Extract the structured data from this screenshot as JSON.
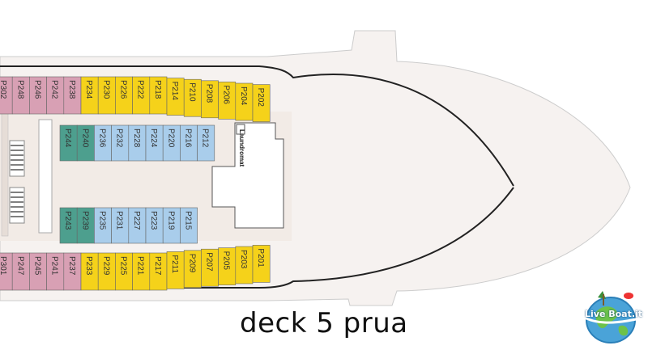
{
  "deck_title": "deck 5 prua",
  "room_label": "Laundromat",
  "logo_text": "Live Boat.it",
  "colors": {
    "pink": "#d8a0b4",
    "yellow": "#f5d21a",
    "blue": "#a9cdeb",
    "green": "#4d9f8e",
    "deck": "#f2ebe6",
    "hull_outline": "#222222"
  },
  "cabins": {
    "top_outer": [
      {
        "id": "P302",
        "color": "pink"
      },
      {
        "id": "P248",
        "color": "pink"
      },
      {
        "id": "P246",
        "color": "pink"
      },
      {
        "id": "P242",
        "color": "pink"
      },
      {
        "id": "P238",
        "color": "pink"
      },
      {
        "id": "P234",
        "color": "yellow"
      },
      {
        "id": "P230",
        "color": "yellow"
      },
      {
        "id": "P226",
        "color": "yellow"
      },
      {
        "id": "P222",
        "color": "yellow"
      },
      {
        "id": "P218",
        "color": "yellow"
      },
      {
        "id": "P214",
        "color": "yellow"
      },
      {
        "id": "P210",
        "color": "yellow"
      },
      {
        "id": "P208",
        "color": "yellow"
      },
      {
        "id": "P206",
        "color": "yellow"
      },
      {
        "id": "P204",
        "color": "yellow"
      },
      {
        "id": "P202",
        "color": "yellow"
      }
    ],
    "top_inner": [
      {
        "id": "P244",
        "color": "green"
      },
      {
        "id": "P240",
        "color": "green"
      },
      {
        "id": "P236",
        "color": "blue"
      },
      {
        "id": "P232",
        "color": "blue"
      },
      {
        "id": "P228",
        "color": "blue"
      },
      {
        "id": "P224",
        "color": "blue"
      },
      {
        "id": "P220",
        "color": "blue"
      },
      {
        "id": "P216",
        "color": "blue"
      },
      {
        "id": "P212",
        "color": "blue"
      }
    ],
    "bottom_inner": [
      {
        "id": "P243",
        "color": "green"
      },
      {
        "id": "P239",
        "color": "green"
      },
      {
        "id": "P235",
        "color": "blue"
      },
      {
        "id": "P231",
        "color": "blue"
      },
      {
        "id": "P227",
        "color": "blue"
      },
      {
        "id": "P223",
        "color": "blue"
      },
      {
        "id": "P219",
        "color": "blue"
      },
      {
        "id": "P215",
        "color": "blue"
      }
    ],
    "bottom_outer": [
      {
        "id": "P301",
        "color": "pink"
      },
      {
        "id": "P247",
        "color": "pink"
      },
      {
        "id": "P245",
        "color": "pink"
      },
      {
        "id": "P241",
        "color": "pink"
      },
      {
        "id": "P237",
        "color": "pink"
      },
      {
        "id": "P233",
        "color": "yellow"
      },
      {
        "id": "P229",
        "color": "yellow"
      },
      {
        "id": "P225",
        "color": "yellow"
      },
      {
        "id": "P221",
        "color": "yellow"
      },
      {
        "id": "P217",
        "color": "yellow"
      },
      {
        "id": "P211",
        "color": "yellow"
      },
      {
        "id": "P209",
        "color": "yellow"
      },
      {
        "id": "P207",
        "color": "yellow"
      },
      {
        "id": "P205",
        "color": "yellow"
      },
      {
        "id": "P203",
        "color": "yellow"
      },
      {
        "id": "P201",
        "color": "yellow"
      }
    ]
  }
}
